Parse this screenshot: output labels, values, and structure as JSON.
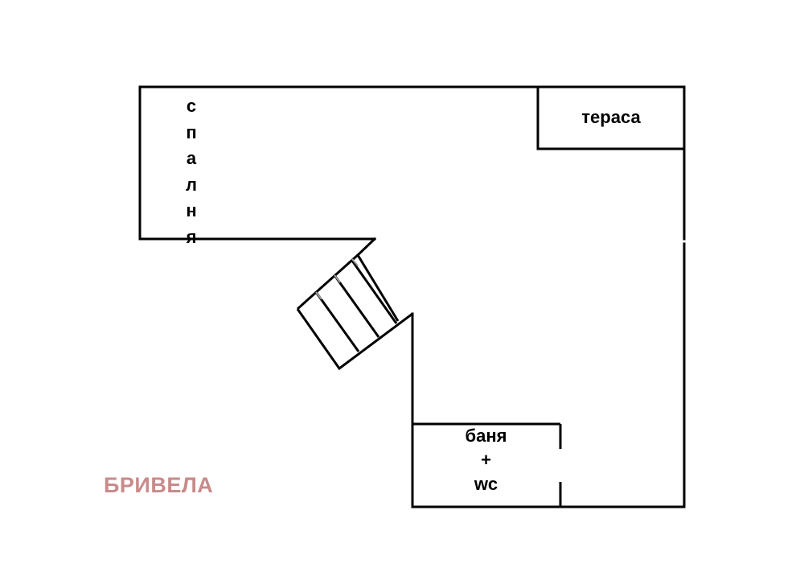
{
  "rooms": {
    "bedroom": {
      "label": "спалня",
      "letters": [
        "с",
        "п",
        "а",
        "л",
        "н",
        "я"
      ]
    },
    "terrace": {
      "label": "тераса"
    },
    "bathroom": {
      "line1": "баня",
      "line2": "+",
      "line3": "wc"
    }
  },
  "watermark": {
    "text": "БРИВЕЛА",
    "color": "#c98a8a"
  },
  "colors": {
    "walls": "#000000",
    "stair_accent": "#a0a0a0",
    "background": "#ffffff"
  }
}
